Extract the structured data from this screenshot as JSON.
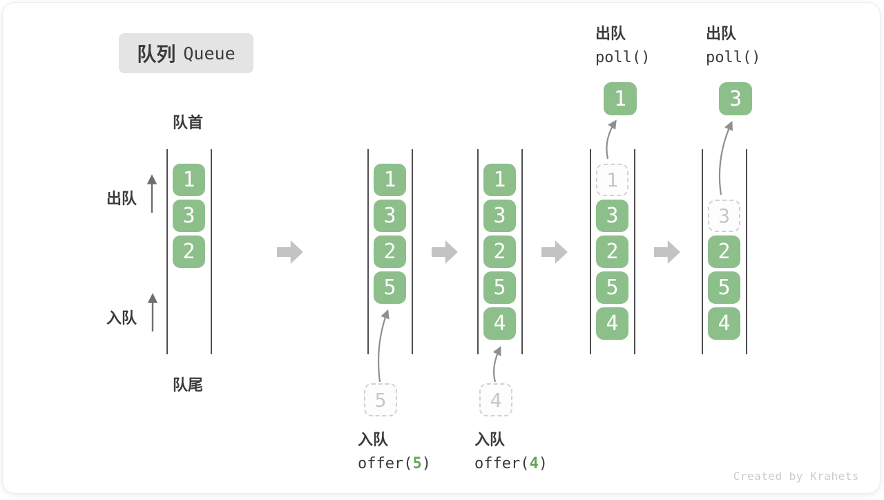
{
  "title": {
    "zh": "队列",
    "en": "Queue"
  },
  "labels": {
    "front": "队首",
    "rear": "队尾",
    "dequeue": "出队",
    "enqueue": "入队"
  },
  "colors": {
    "box_green": "#8dbf8b",
    "code_green": "#63a653",
    "block_arrow_gray": "#c3c3c3",
    "channel_line": "#4f4f4f",
    "ghost_gray": "#c6c6c6"
  },
  "queues": {
    "q1": {
      "b1": "1",
      "b2": "3",
      "b3": "2"
    },
    "q2": {
      "b1": "1",
      "b2": "3",
      "b3": "2",
      "b4": "5",
      "pending": "5",
      "op_zh": "入队",
      "fn": "offer(",
      "arg": "5",
      "close": ")"
    },
    "q3": {
      "b1": "1",
      "b2": "3",
      "b3": "2",
      "b4": "5",
      "b5": "4",
      "pending": "4",
      "op_zh": "入队",
      "fn": "offer(",
      "arg": "4",
      "close": ")"
    },
    "q4": {
      "g1": "1",
      "b2": "3",
      "b3": "2",
      "b4": "5",
      "b5": "4",
      "popped": "1",
      "op_zh": "出队",
      "fn": "poll()"
    },
    "q5": {
      "g2": "3",
      "b3": "2",
      "b4": "5",
      "b5": "4",
      "popped": "3",
      "op_zh": "出队",
      "fn": "poll()"
    }
  },
  "watermark": "Created by Krahets"
}
